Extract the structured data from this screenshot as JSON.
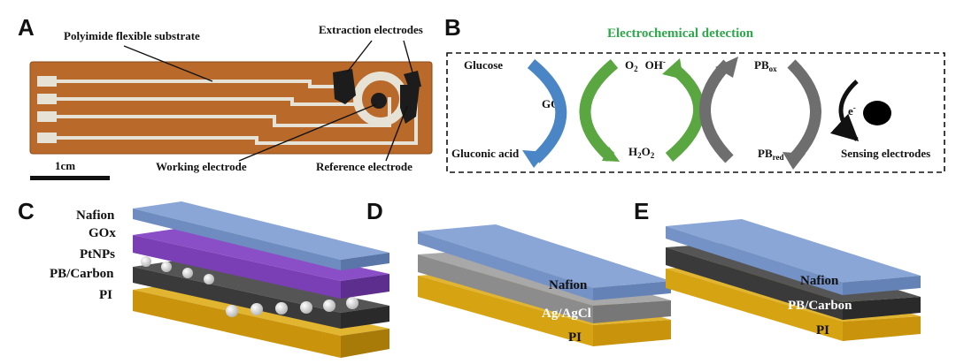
{
  "panel_a": {
    "letter": "A",
    "substrate_label": "Polyimide  flexible  substrate",
    "extraction_label": "Extraction  electrodes",
    "working_label": "Working electrode",
    "reference_label": "Reference electrode",
    "scale_label": "1cm",
    "colors": {
      "substrate": "#b9692a",
      "trace": "#e6e2d6",
      "electrode": "#1c1c1c"
    }
  },
  "panel_b": {
    "letter": "B",
    "title": "Electrochemical detection",
    "glucose": "Glucose",
    "gluconic_acid": "Gluconic  acid",
    "gox": "GOx",
    "o2_oh_o2": "O",
    "o2_oh_o2_sub": "2",
    "o2_oh_oh": "OH",
    "o2_oh_sup": "-",
    "h2o2_h": "H",
    "h2o2_sub1": "2",
    "h2o2_o": "O",
    "h2o2_sub2": "2",
    "pbox_main": "PB",
    "pbox_sub": "ox",
    "pbred_main": "PB",
    "pbred_sub": "red",
    "e_main": "e",
    "e_sup": "-",
    "sensing": "Sensing electrodes",
    "colors": {
      "blue": "#4a86c5",
      "green": "#5aa640",
      "gray": "#6e6e6e",
      "title": "#2ea84a"
    }
  },
  "panel_c": {
    "letter": "C",
    "layers": [
      "Nafion",
      "GOx",
      "PtNPs",
      "PB/Carbon",
      "PI"
    ],
    "colors": {
      "nafion": "#8aa6d6",
      "gox": "#7a3fb5",
      "pb": "#3a3a3a",
      "pi": "#d6a312"
    }
  },
  "panel_d": {
    "letter": "D",
    "layers": [
      "Nafion",
      "Ag/AgCl",
      "PI"
    ],
    "colors": {
      "nafion": "#8aa6d6",
      "agcl": "#8c8c8c",
      "pi": "#d6a312"
    }
  },
  "panel_e": {
    "letter": "E",
    "layers": [
      "Nafion",
      "PB/Carbon",
      "PI"
    ],
    "colors": {
      "nafion": "#8aa6d6",
      "pb": "#3a3a3a",
      "pi": "#d6a312"
    }
  }
}
